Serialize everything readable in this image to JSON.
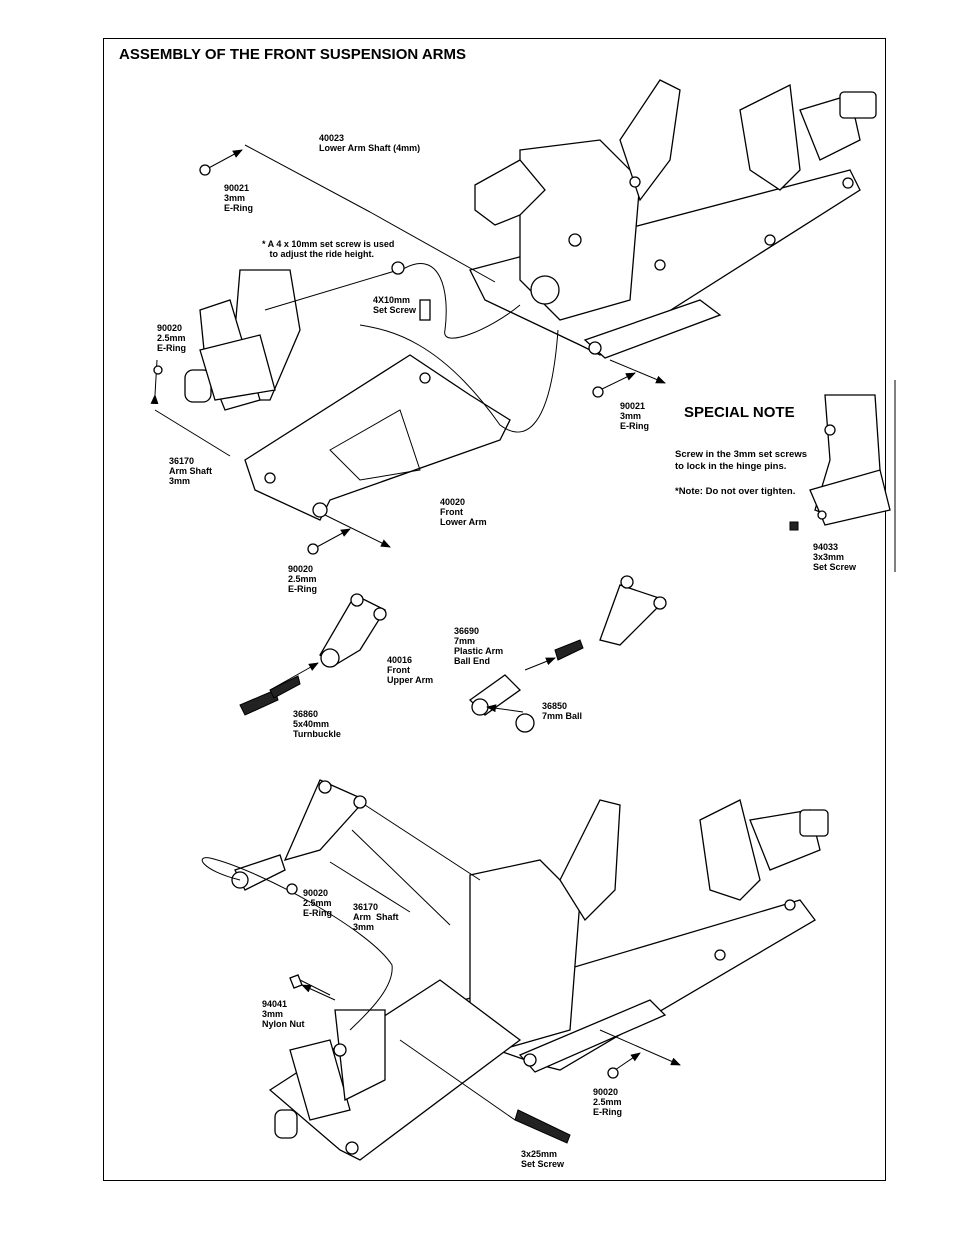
{
  "title": "ASSEMBLY OF THE FRONT SUSPENSION ARMS",
  "special_note": {
    "title": "SPECIAL NOTE",
    "line1": "Screw in the 3mm set screws",
    "line2": "to lock in the hinge pins.",
    "line3": "*Note: Do not over tighten."
  },
  "labels": {
    "p40023": "40023\nLower Arm Shaft (4mm)",
    "p90021a": "90021\n3mm\nE-Ring",
    "setscrew_note": "* A 4 x 10mm set screw is used\n   to adjust the ride height.",
    "p4x10": "4X10mm\nSet Screw",
    "p90020a": "90020\n2.5mm\nE-Ring",
    "p90021b": "90021\n3mm\nE-Ring",
    "p36170a": "36170\nArm Shaft\n3mm",
    "p40020": "40020\nFront\nLower Arm",
    "p90020b": "90020\n2.5mm\nE-Ring",
    "p94033": "94033\n3x3mm\nSet Screw",
    "p36690": "36690\n7mm\nPlastic Arm\nBall End",
    "p40016": "40016\nFront\nUpper Arm",
    "p36850": "36850\n7mm Ball",
    "p36860": "36860\n5x40mm\nTurnbuckle",
    "p90020c": "90020\n2.5mm\nE-Ring",
    "p36170b": "36170\nArm  Shaft\n3mm",
    "p94041": "94041\n3mm\nNylon Nut",
    "p90020d": "90020\n2.5mm\nE-Ring",
    "p3x25": "3x25mm\nSet Screw"
  }
}
